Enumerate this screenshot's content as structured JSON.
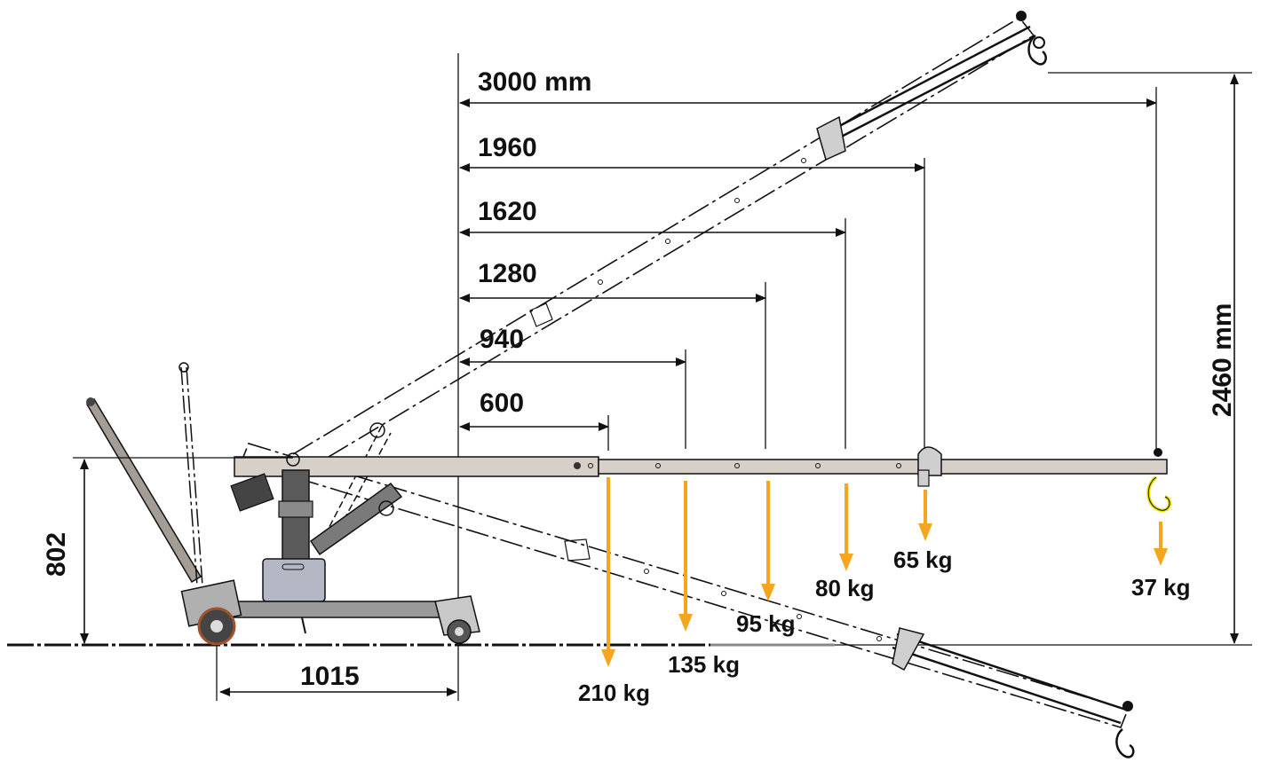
{
  "diagram": {
    "colors": {
      "load_arrow": "#f5a51e",
      "line": "#111111",
      "boom_fill": "#d6d0c8",
      "base_fill": "#9a9a9a",
      "hook_yellow": "#e8e000"
    },
    "dimensions": {
      "max_reach": "3000 mm",
      "max_height": "2460 mm",
      "boom_height": "802",
      "wheelbase": "1015",
      "reaches": [
        "1960",
        "1620",
        "1280",
        "940",
        "600"
      ]
    },
    "loads": [
      "37 kg",
      "65 kg",
      "80 kg",
      "95 kg",
      "135 kg",
      "210 kg"
    ]
  }
}
